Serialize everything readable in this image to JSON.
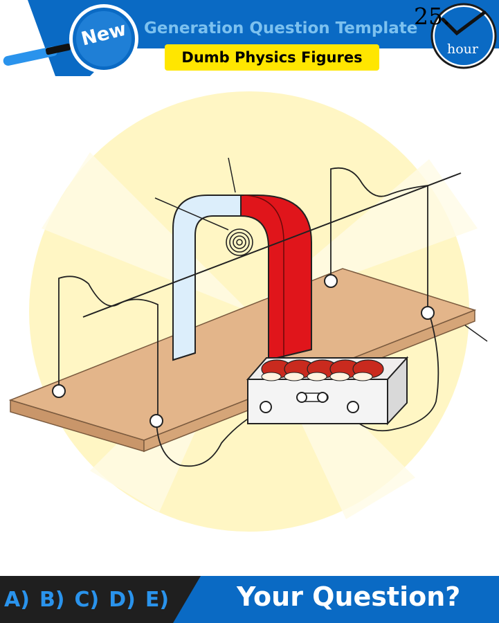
{
  "header": {
    "badge": "New",
    "title": "Generation Question Template",
    "subtitle": "Dumb Physics Figures",
    "clock_number": "25.",
    "clock_unit": "hour"
  },
  "footer": {
    "options": [
      "A)",
      "B)",
      "C)",
      "D)",
      "E)"
    ],
    "question": "Your Question?"
  },
  "colors": {
    "primary_blue": "#0a6ac4",
    "light_blue_text": "#7cc1ef",
    "highlight_yellow": "#ffe600",
    "magnet_red": "#e0151b",
    "magnet_light": "#dceefb",
    "board": "#e3b58a",
    "background_circle": "#fff8cc",
    "footer_dark": "#1f1f1f"
  }
}
